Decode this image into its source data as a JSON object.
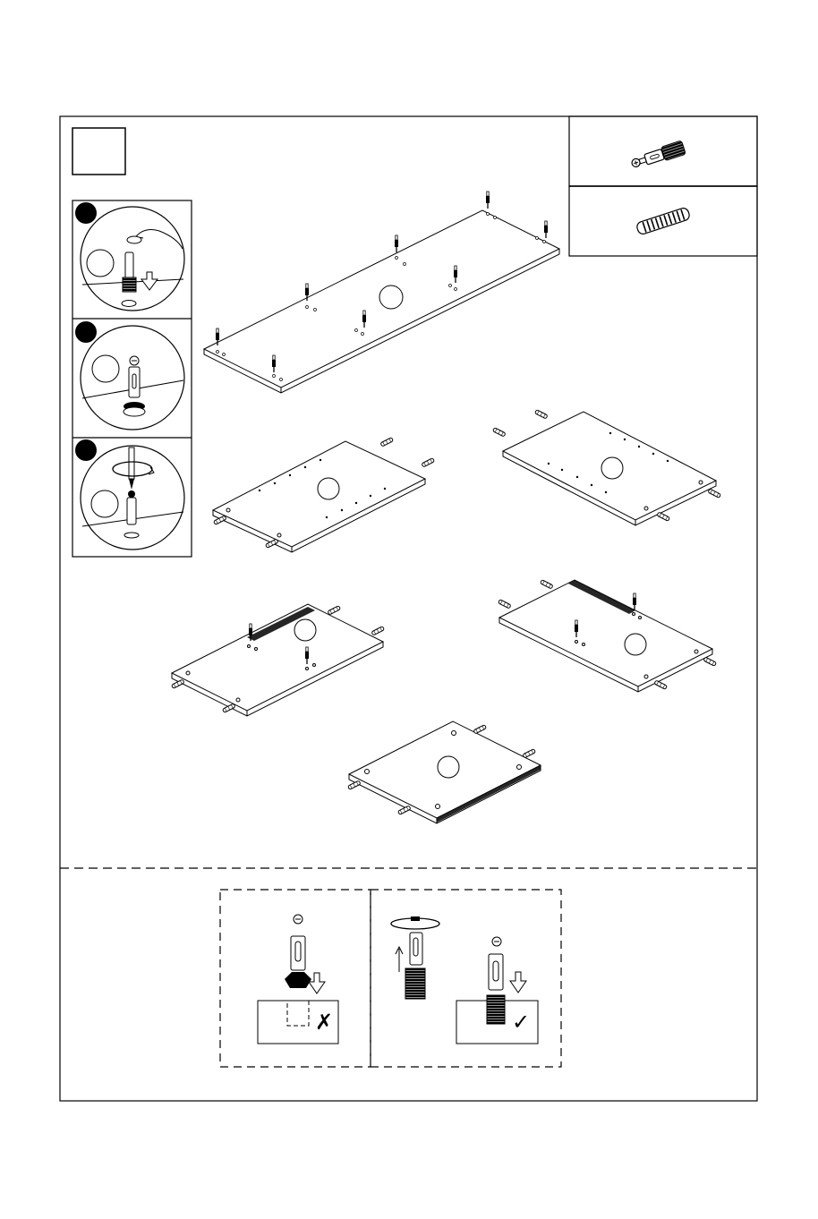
{
  "page": {
    "step_number": "",
    "hardware": [
      {
        "name": "cam-bolt",
        "icon": "cam-bolt-icon",
        "quantity": ""
      },
      {
        "name": "wood-dowel",
        "icon": "wooden-dowel-icon",
        "quantity": ""
      }
    ],
    "substeps": [
      {
        "marker": "",
        "part_ref": ""
      },
      {
        "marker": "",
        "part_ref": ""
      },
      {
        "marker": "",
        "part_ref": ""
      }
    ],
    "panels": [
      {
        "name": "top-panel",
        "part_ref": ""
      },
      {
        "name": "side-panel-left",
        "part_ref": ""
      },
      {
        "name": "side-panel-right",
        "part_ref": ""
      },
      {
        "name": "shelf-left",
        "part_ref": ""
      },
      {
        "name": "shelf-right",
        "part_ref": ""
      },
      {
        "name": "bottom-panel",
        "part_ref": ""
      }
    ],
    "tip_marks": {
      "wrong": "✗",
      "right": "✓"
    },
    "colors": {
      "ink": "#000000",
      "paper": "#ffffff"
    }
  }
}
